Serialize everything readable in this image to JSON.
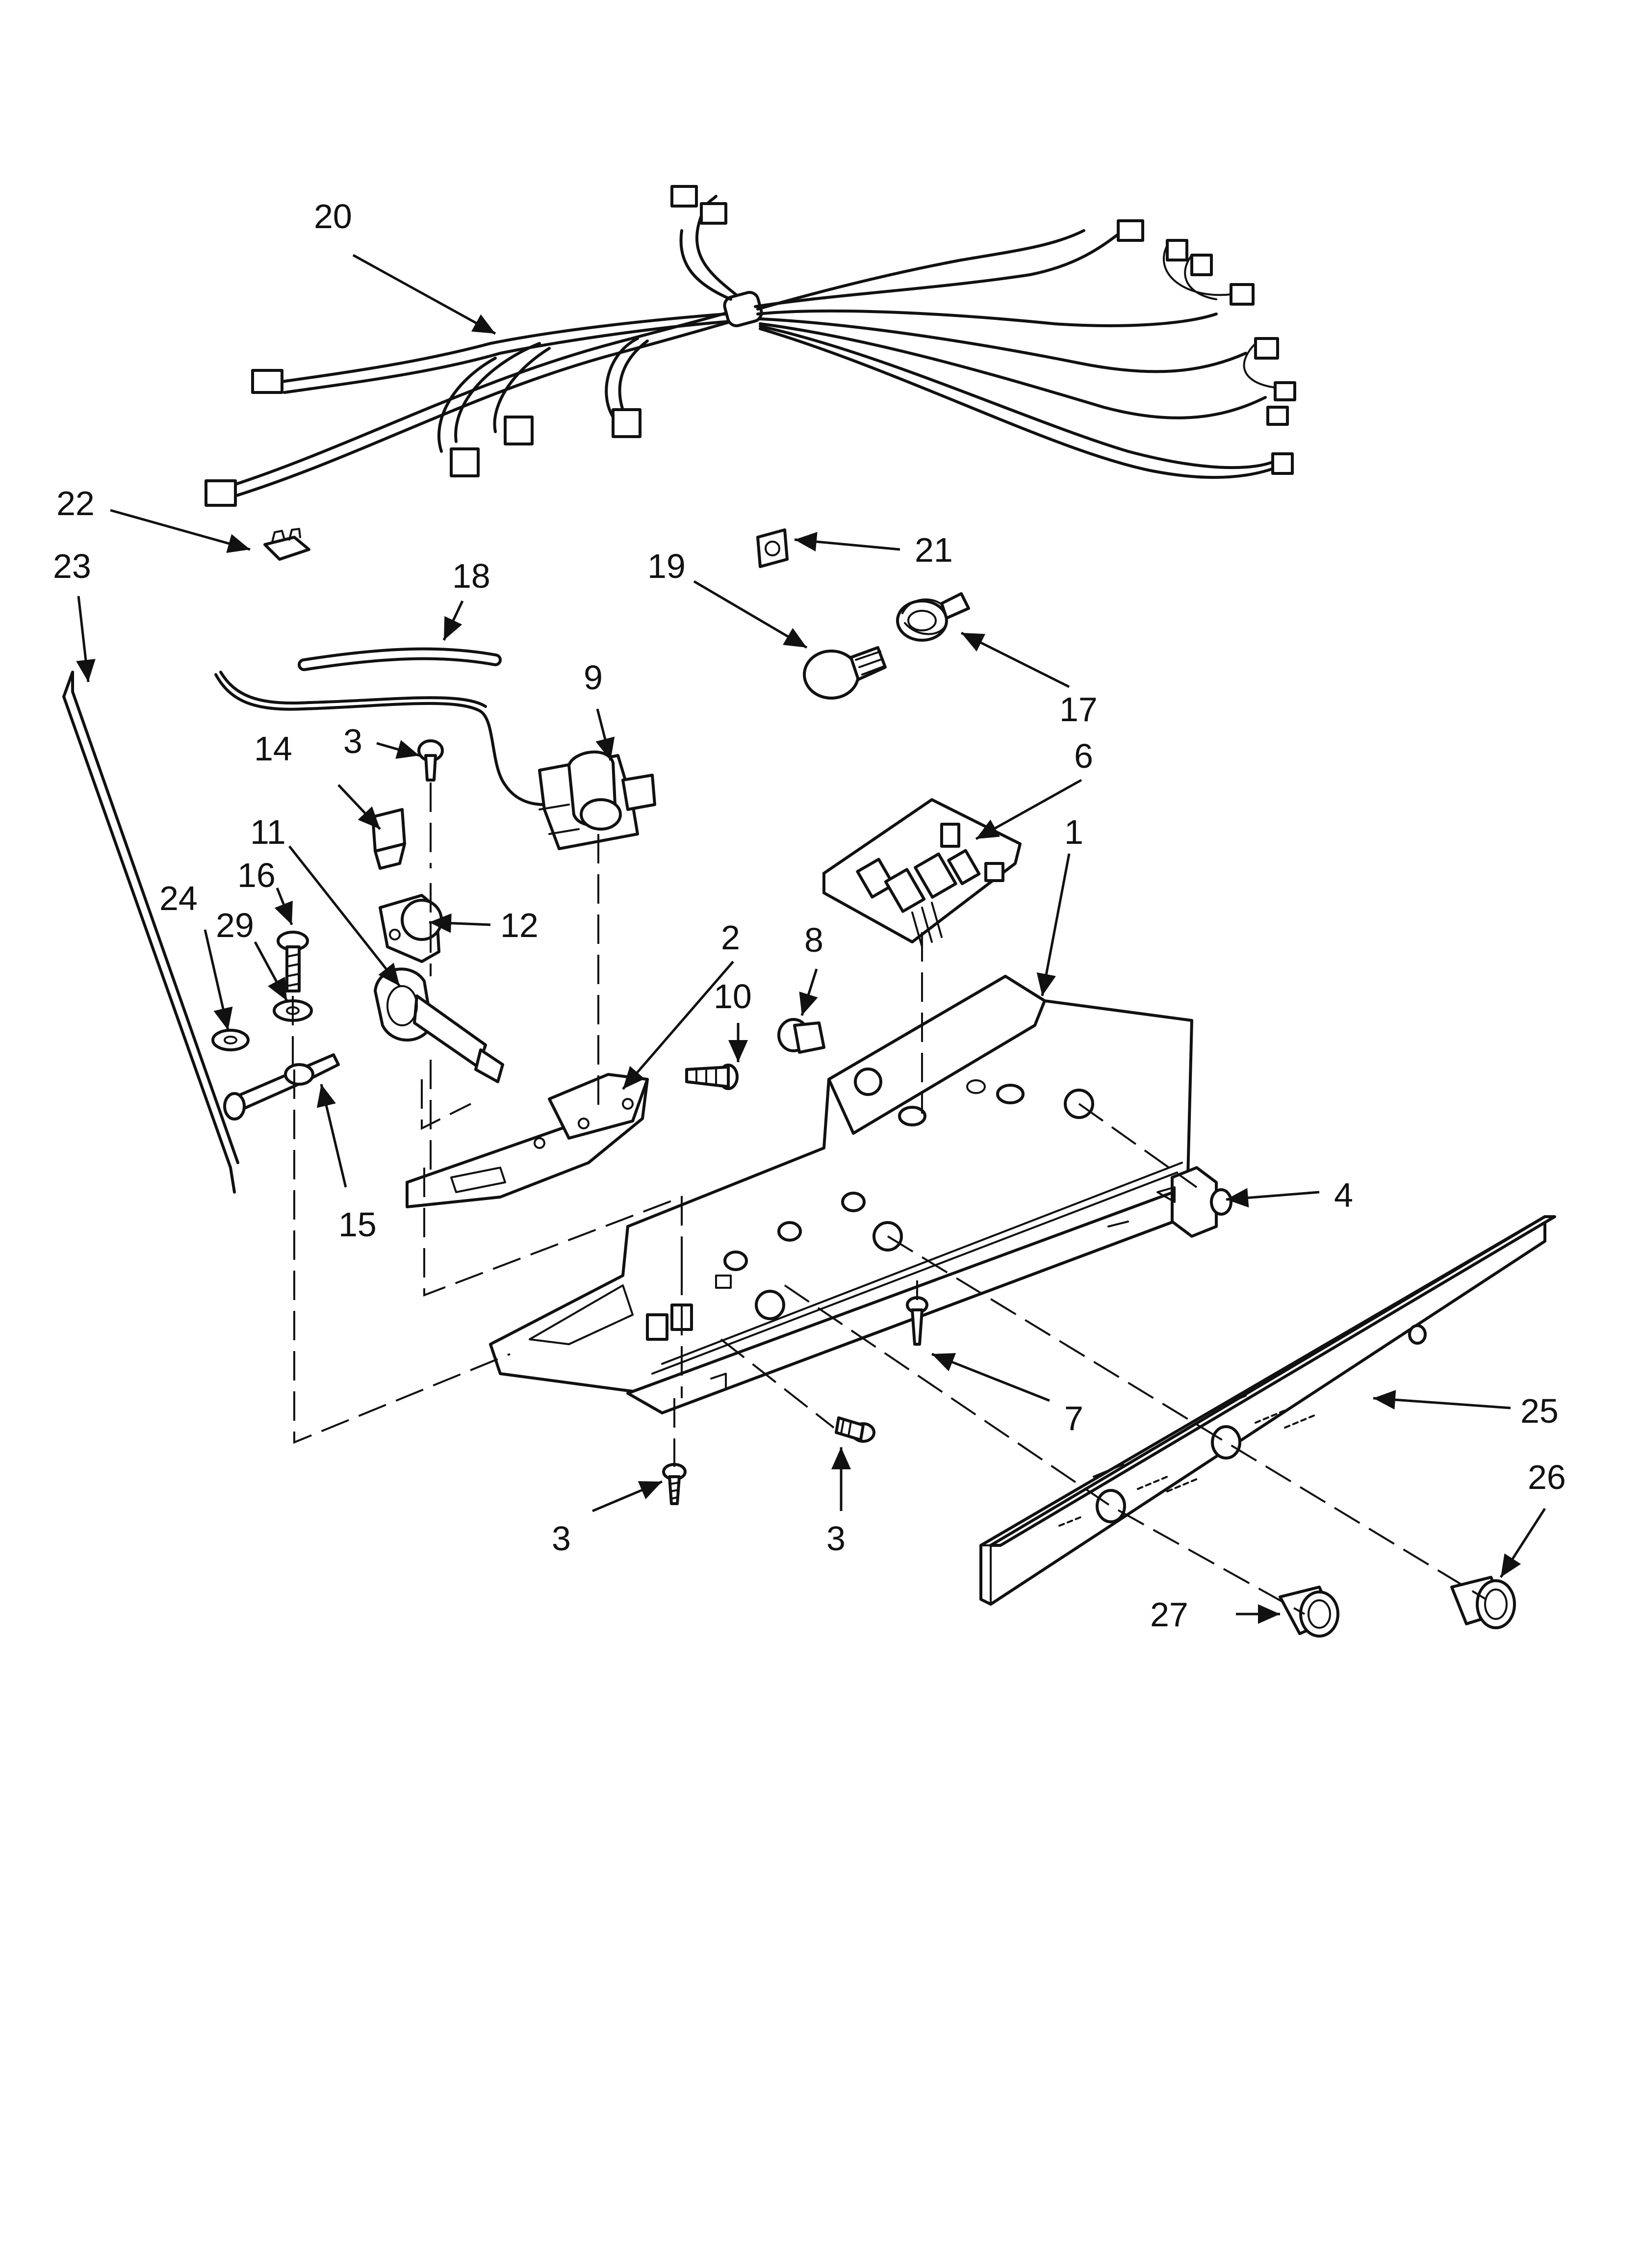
{
  "callouts": {
    "c1": "1",
    "c2": "2",
    "c3a": "3",
    "c3b": "3",
    "c3c": "3",
    "c4": "4",
    "c6": "6",
    "c7": "7",
    "c8": "8",
    "c9": "9",
    "c10": "10",
    "c11": "11",
    "c12": "12",
    "c14": "14",
    "c15": "15",
    "c16": "16",
    "c17": "17",
    "c18": "18",
    "c19": "19",
    "c20": "20",
    "c21": "21",
    "c22": "22",
    "c23": "23",
    "c24": "24",
    "c25": "25",
    "c26": "26",
    "c27": "27",
    "c29": "29"
  },
  "colors": {
    "line": "#111111",
    "background": "#ffffff"
  }
}
